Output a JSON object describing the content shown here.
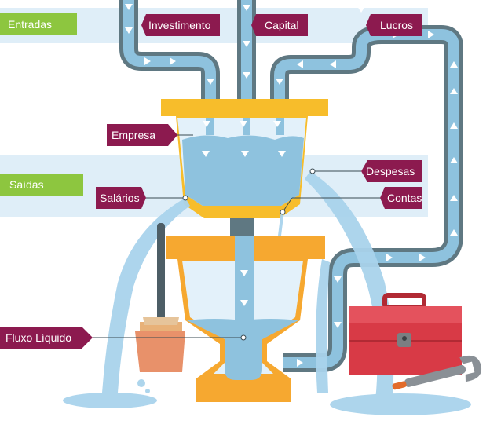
{
  "labels": {
    "entradas": "Entradas",
    "saidas": "Saídas",
    "investimento": "Investimento",
    "capital": "Capital",
    "lucros": "Lucros",
    "empresa": "Empresa",
    "despesas": "Despesas",
    "salarios": "Salários",
    "contas": "Contas",
    "fluxo_liquido": "Fluxo Líquido"
  },
  "colors": {
    "band": "#dfeef8",
    "green_tag": "#8dc63f",
    "magenta_tag": "#8c1a4f",
    "pipe": "#5f7882",
    "water": "#8ec2de",
    "funnel_top": "#f7bd2b",
    "funnel_bottom": "#f6a830",
    "toolbox": "#d83a46",
    "flowerpot": "#e8916a"
  },
  "icons": [
    "arrow-down-icon",
    "arrow-up-icon",
    "arrow-right-icon",
    "wrench-icon",
    "toolbox-icon",
    "plunger-icon"
  ]
}
